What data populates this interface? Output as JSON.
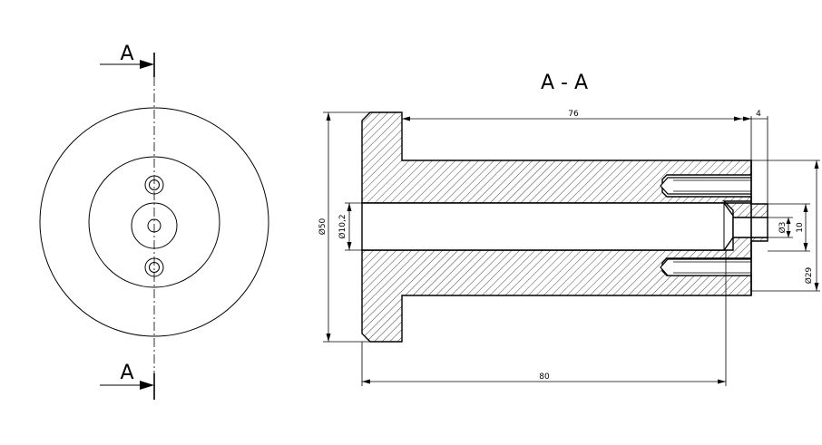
{
  "section": {
    "left_marker_top": "A",
    "left_marker_bottom": "A",
    "section_title": "A - A"
  },
  "dimensions": {
    "d76": "76",
    "d4": "4",
    "d80": "80",
    "d50": "Ø50",
    "d10_2": "Ø10,2",
    "d3": "Ø3",
    "d10": "10",
    "d29": "Ø29"
  },
  "colors": {
    "line": "#000000",
    "background": "#ffffff"
  }
}
